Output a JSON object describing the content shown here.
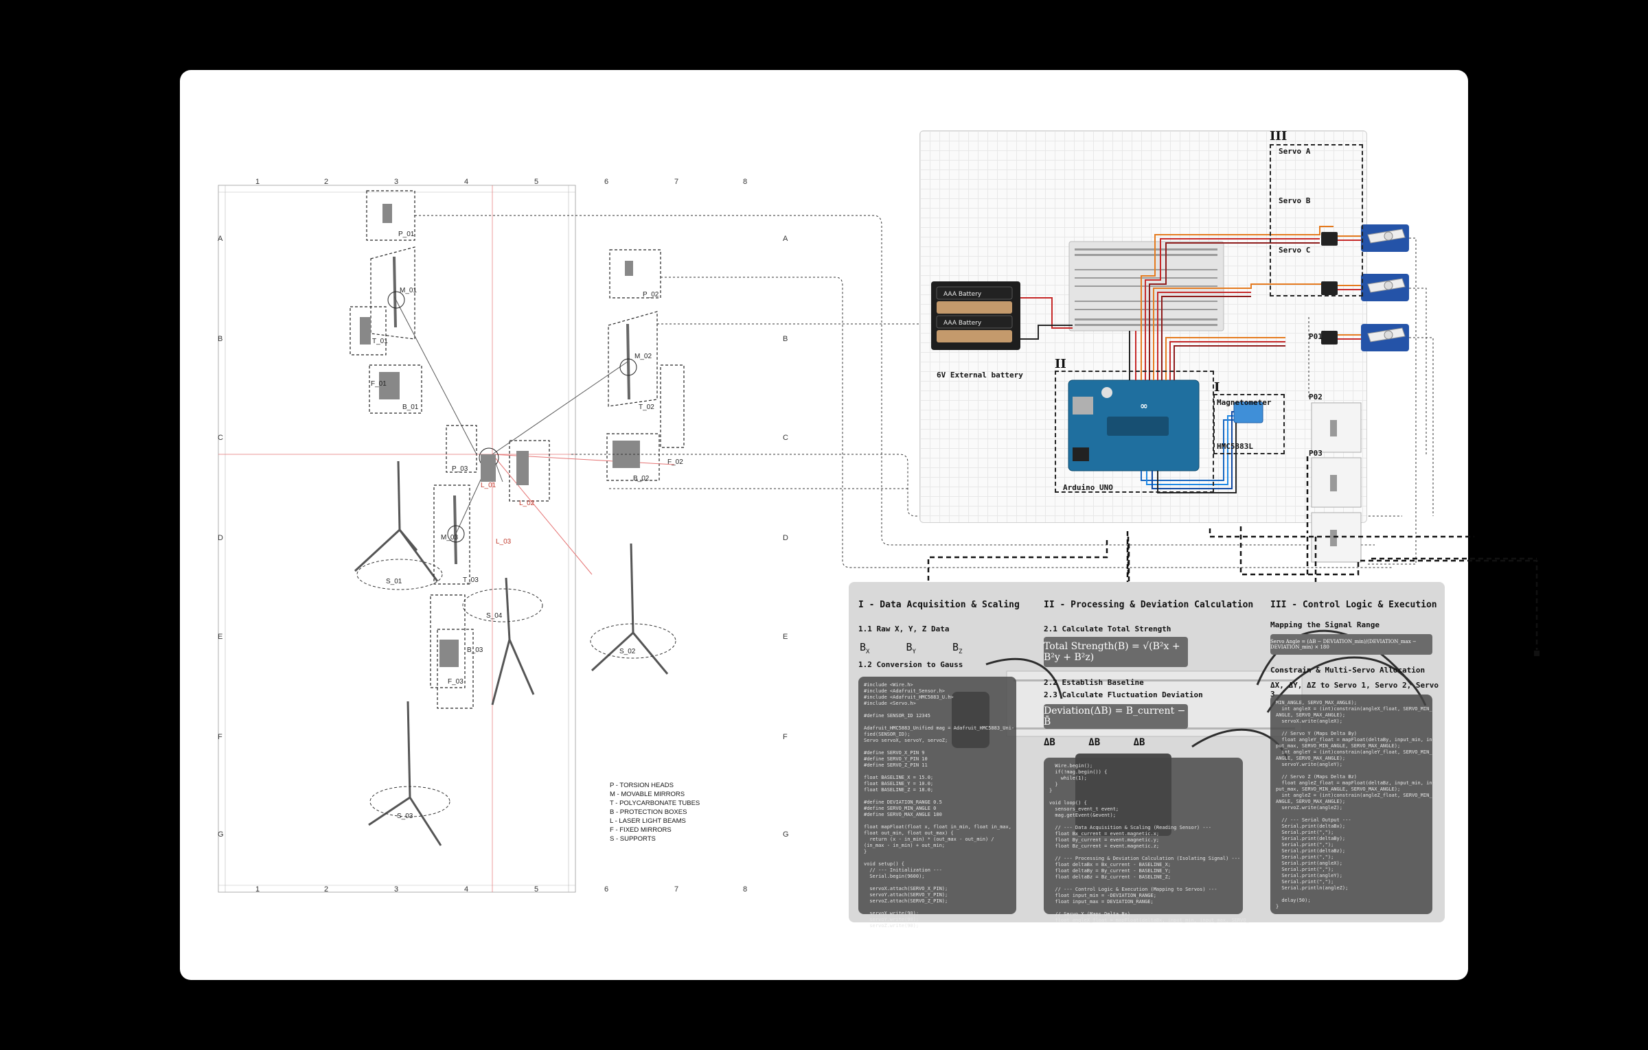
{
  "grid": {
    "columns": [
      "1",
      "2",
      "3",
      "4",
      "5",
      "6",
      "7",
      "8"
    ],
    "rows": [
      "A",
      "B",
      "C",
      "D",
      "E",
      "F",
      "G"
    ]
  },
  "components": {
    "p01": "P_01",
    "p02": "P_02",
    "m01": "M_01",
    "m02": "M_02",
    "m03": "M_03",
    "t01": "T_01",
    "t02": "T_02",
    "t03": "T_03",
    "b01": "B_01",
    "b02": "B_02",
    "b03": "B_03",
    "f01": "F_01",
    "f02": "F_02",
    "f03": "F_03",
    "p03": "P_03",
    "l01": "L_01",
    "l02": "L_02",
    "l03": "L_03",
    "s01": "S_01",
    "s02": "S_02",
    "s03": "S_03",
    "s04": "S_04"
  },
  "legend": [
    "P - TORSION HEADS",
    "M - MOVABLE MIRRORS",
    "T - POLYCARBONATE TUBES",
    "B - PROTECTION BOXES",
    "L - LASER LIGHT BEAMS",
    "F - FIXED MIRRORS",
    "S - SUPPORTS"
  ],
  "circuit": {
    "roman_1": "I",
    "roman_2": "II",
    "roman_3": "III",
    "servo_a": "Servo A",
    "servo_b": "Servo B",
    "servo_c": "Servo C",
    "battery_label": "6V External battery",
    "battery_cell": "AAA Battery",
    "arduino_label": "Arduino UNO",
    "magnetometer": "Magnetometer",
    "sensor_chip": "HMC5883L",
    "po1": "P01",
    "po2": "P02",
    "po3": "P03"
  },
  "panel": {
    "col1_title": "I - Data Acquisition & Scaling",
    "col1_sub1": "1.1 Raw X, Y, Z Data",
    "bx": "B",
    "by": "B",
    "bz": "B",
    "bx_sub": "X",
    "by_sub": "Y",
    "bz_sub": "Z",
    "col1_sub2": "1.2 Conversion to Gauss",
    "col2_title": "II - Processing & Deviation Calculation",
    "col2_sub1": "2.1 Calculate Total Strength",
    "formula1": "Total Strength(B) = √(B²x + B²y + B²z)",
    "col2_sub2": "2.2 Establish Baseline",
    "col2_sub3": "2.3 Calculate Fluctuation Deviation",
    "formula2": "Deviation(ΔB) = B_current − B̄",
    "dbx": "ΔB",
    "dby": "ΔB",
    "dbz": "ΔB",
    "col3_title": "III - Control Logic & Execution",
    "col3_sub1": "Mapping the Signal Range",
    "formula3": "Servo Angle = (ΔB − DEVIATION_min)/(DEVIATION_max − DEVIATION_min) × 180",
    "col3_sub2": "Constrain & Multi-Servo Allocation",
    "col3_sub3": "ΔX, ΔY, ΔZ to Servo 1, Servo 2, Servo 3",
    "code1": "#include <Wire.h>\n#include <Adafruit_Sensor.h>\n#include <Adafruit_HMC5883_U.h>\n#include <Servo.h>\n\n#define SENSOR_ID 12345\n\nAdafruit_HMC5883_Unified mag = Adafruit_HMC5883_Uni-\nfied(SENSOR_ID);\nServo servoX, servoY, servoZ;\n\n#define SERVO_X_PIN 9\n#define SERVO_Y_PIN 10\n#define SERVO_Z_PIN 11\n\nfloat BASELINE_X = 15.0;\nfloat BASELINE_Y = 10.0;\nfloat BASELINE_Z = 18.0;\n\n#define DEVIATION_RANGE 0.5\n#define SERVO_MIN_ANGLE 0\n#define SERVO_MAX_ANGLE 180\n\nfloat mapFloat(float x, float in_min, float in_max,\nfloat out_min, float out_max) {\n  return (x - in_min) * (out_max - out_min) /\n(in_max - in_min) + out_min;\n}\n\nvoid setup() {\n  // --- Initialization ---\n  Serial.begin(9600);\n\n  servoX.attach(SERVO_X_PIN);\n  servoY.attach(SERVO_Y_PIN);\n  servoZ.attach(SERVO_Z_PIN);\n\n  servoX.write(90);\n  servoY.write(90);\n  servoZ.write(90);",
    "code2": "  Wire.begin();\n  if(!mag.begin()) {\n    while(1);\n  }\n}\n\nvoid loop() {\n  sensors_event_t event;\n  mag.getEvent(&event);\n\n  // --- Data Acquisition & Scaling (Reading Sensor) ---\n  float Bx_current = event.magnetic.x;\n  float By_current = event.magnetic.y;\n  float Bz_current = event.magnetic.z;\n\n  // --- Processing & Deviation Calculation (Isolating Signal) ---\n  float deltaBx = Bx_current - BASELINE_X;\n  float deltaBy = By_current - BASELINE_Y;\n  float deltaBz = Bz_current - BASELINE_Z;\n\n  // --- Control Logic & Execution (Mapping to Servos) ---\n  float input_min = -DEVIATION_RANGE;\n  float input_max = DEVIATION_RANGE;\n\n  // Servo X (Maps Delta Bx)\n  float angleX_float = mapFloat(deltaBx, input_min, input_max, SERVO_",
    "code3": "MIN_ANGLE, SERVO_MAX_ANGLE);\n  int angleX = (int)constrain(angleX_float, SERVO_MIN_\nANGLE, SERVO_MAX_ANGLE);\n  servoX.write(angleX);\n\n  // Servo Y (Maps Delta By)\n  float angleY_float = mapFloat(deltaBy, input_min, in-\nput_max, SERVO_MIN_ANGLE, SERVO_MAX_ANGLE);\n  int angleY = (int)constrain(angleY_float, SERVO_MIN_\nANGLE, SERVO_MAX_ANGLE);\n  servoY.write(angleY);\n\n  // Servo Z (Maps Delta Bz)\n  float angleZ_float = mapFloat(deltaBz, input_min, in-\nput_max, SERVO_MIN_ANGLE, SERVO_MAX_ANGLE);\n  int angleZ = (int)constrain(angleZ_float, SERVO_MIN_\nANGLE, SERVO_MAX_ANGLE);\n  servoZ.write(angleZ);\n\n  // --- Serial Output ---\n  Serial.print(deltaBx);\n  Serial.print(\",\");\n  Serial.print(deltaBy);\n  Serial.print(\",\");\n  Serial.print(deltaBz);\n  Serial.print(\",\");\n  Serial.print(angleX);\n  Serial.print(\",\");\n  Serial.print(angleY);\n  Serial.print(\",\");\n  Serial.println(angleZ);\n\n  delay(50);\n}"
  }
}
